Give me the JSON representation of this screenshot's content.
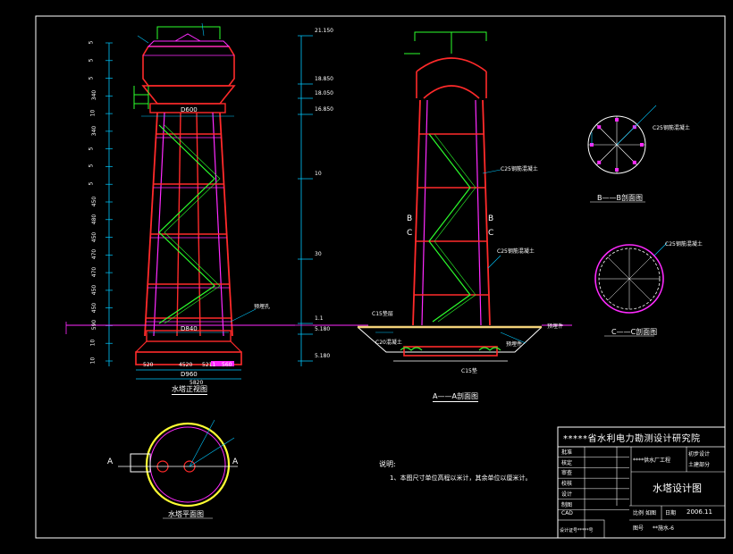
{
  "colors": {
    "background": "#000000",
    "frame": "#ffffff",
    "structure_red": "#ff2a2a",
    "structure_magenta": "#ff2aff",
    "dimension_cyan": "#00c8ff",
    "rebar_green": "#2cff2c",
    "label_yellow": "#ffff33",
    "soil": "#f2d27a"
  },
  "elevation_view": {
    "caption": "水塔正视图",
    "dims_top": [
      "D600"
    ],
    "dims_bottom": [
      "D840",
      "D960",
      "520",
      "4520",
      "5211",
      "560",
      "5820"
    ],
    "left_dims": [
      "5",
      "5",
      "5",
      "340",
      "10",
      "340",
      "5",
      "5",
      "5",
      "450",
      "480",
      "450",
      "470",
      "470",
      "450",
      "450",
      "590",
      "10",
      "10"
    ],
    "annotation_right": "预埋孔"
  },
  "mid_elevations": [
    "21.150",
    "18.850",
    "18.050",
    "16.850",
    "10",
    "30",
    "1.1",
    "5.180",
    "5.180"
  ],
  "section_aa": {
    "caption": "A——A剖面图",
    "markers": [
      "B",
      "B",
      "C",
      "C"
    ],
    "labels": [
      "C25钢筋混凝土",
      "C25钢筋混凝土",
      "C15垫层",
      "C20混凝土",
      "预埋件",
      "预埋件"
    ],
    "bottom_note": "C15垫"
  },
  "section_bb": {
    "caption": "B——B剖面图",
    "label": "C25钢筋混凝土"
  },
  "section_cc": {
    "caption": "C——C剖面图",
    "label": "C25钢筋混凝土"
  },
  "plan_view": {
    "caption": "水塔平面图",
    "marker_left": "A",
    "marker_right": "A"
  },
  "notes": {
    "title": "说明:",
    "line1": "1、本图尺寸单位高程以米计，其余单位以厘米计。"
  },
  "title_block": {
    "institute": "*****省水利电力勘测设计研究院",
    "project": "****供水厂工程",
    "stage_1": "初步设计",
    "stage_2": "土建部分",
    "drawing_title": "水塔设计图",
    "row_labels": [
      "批准",
      "核定",
      "审查",
      "校核",
      "设计",
      "制图",
      "CAD"
    ],
    "scale_label": "比例",
    "scale_value": "如图",
    "date_label": "日期",
    "date_value": "2006.11",
    "drawing_no_label": "图号",
    "drawing_no_value": "**施水-6",
    "footer": "设计证号*****号"
  }
}
